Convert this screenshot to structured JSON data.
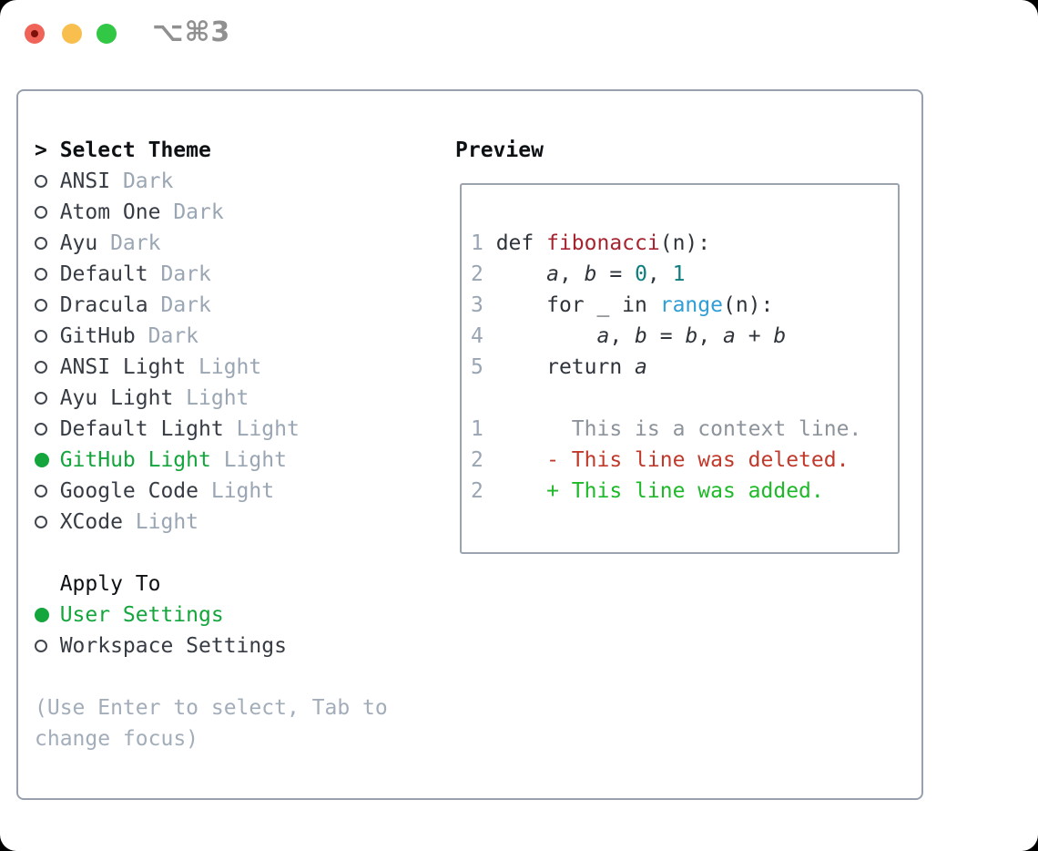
{
  "colors": {
    "close": "#f06358",
    "close_dot": "#7e100c",
    "minimize": "#f8bf4f",
    "zoom": "#33c746",
    "titlebar_title": "#909090",
    "border": "#97a0ac",
    "heading": "#0e1114",
    "label": "#373c44",
    "tag": "#9aa6b3",
    "selected_green": "#14a53c",
    "radio_ring": "#42474f",
    "help": "#a3adba",
    "gutter": "#9aa5b4",
    "code": "#2f343b",
    "function": "#a6242f",
    "number_literal": "#0d7d80",
    "builtin": "#2f9ed5",
    "context": "#8d939b",
    "deleted": "#c0392b",
    "added": "#1eb928"
  },
  "titlebar": {
    "title": "⌥⌘3"
  },
  "theme_picker": {
    "cursor": ">",
    "title": "Select Theme",
    "items": [
      {
        "name": "ANSI",
        "tag": "Dark",
        "selected": false
      },
      {
        "name": "Atom One",
        "tag": "Dark",
        "selected": false
      },
      {
        "name": "Ayu",
        "tag": "Dark",
        "selected": false
      },
      {
        "name": "Default",
        "tag": "Dark",
        "selected": false
      },
      {
        "name": "Dracula",
        "tag": "Dark",
        "selected": false
      },
      {
        "name": "GitHub",
        "tag": "Dark",
        "selected": false
      },
      {
        "name": "ANSI Light",
        "tag": "Light",
        "selected": false
      },
      {
        "name": "Ayu Light",
        "tag": "Light",
        "selected": false
      },
      {
        "name": "Default Light",
        "tag": "Light",
        "selected": false
      },
      {
        "name": "GitHub Light",
        "tag": "Light",
        "selected": true
      },
      {
        "name": "Google Code",
        "tag": "Light",
        "selected": false
      },
      {
        "name": "XCode",
        "tag": "Light",
        "selected": false
      }
    ]
  },
  "apply_to": {
    "title": "Apply To",
    "items": [
      {
        "name": "User Settings",
        "selected": true
      },
      {
        "name": "Workspace Settings",
        "selected": false
      }
    ]
  },
  "help": {
    "line1": "(Use Enter to select, Tab to",
    "line2": "change focus)"
  },
  "preview": {
    "title": "Preview",
    "lines": [
      {
        "gutter": "1",
        "tokens": [
          {
            "t": "def ",
            "c": "code"
          },
          {
            "t": "fibonacci",
            "c": "function"
          },
          {
            "t": "(n):",
            "c": "code"
          }
        ]
      },
      {
        "gutter": "2",
        "tokens": [
          {
            "t": "    ",
            "c": "code"
          },
          {
            "t": "a",
            "c": "code",
            "i": true
          },
          {
            "t": ", ",
            "c": "code"
          },
          {
            "t": "b",
            "c": "code",
            "i": true
          },
          {
            "t": " = ",
            "c": "code"
          },
          {
            "t": "0",
            "c": "number_literal"
          },
          {
            "t": ", ",
            "c": "code"
          },
          {
            "t": "1",
            "c": "number_literal"
          }
        ]
      },
      {
        "gutter": "3",
        "tokens": [
          {
            "t": "    for _ in ",
            "c": "code"
          },
          {
            "t": "range",
            "c": "builtin"
          },
          {
            "t": "(n):",
            "c": "code"
          }
        ]
      },
      {
        "gutter": "4",
        "tokens": [
          {
            "t": "        ",
            "c": "code"
          },
          {
            "t": "a",
            "c": "code",
            "i": true
          },
          {
            "t": ", ",
            "c": "code"
          },
          {
            "t": "b",
            "c": "code",
            "i": true
          },
          {
            "t": " = ",
            "c": "code"
          },
          {
            "t": "b",
            "c": "code",
            "i": true
          },
          {
            "t": ", ",
            "c": "code"
          },
          {
            "t": "a",
            "c": "code",
            "i": true
          },
          {
            "t": " + ",
            "c": "code"
          },
          {
            "t": "b",
            "c": "code",
            "i": true
          }
        ]
      },
      {
        "gutter": "5",
        "tokens": [
          {
            "t": "    return ",
            "c": "code"
          },
          {
            "t": "a",
            "c": "code",
            "i": true
          }
        ]
      },
      {
        "gutter": "",
        "tokens": []
      },
      {
        "gutter": "1",
        "tokens": [
          {
            "t": "      This is a context line.",
            "c": "context"
          }
        ]
      },
      {
        "gutter": "2",
        "tokens": [
          {
            "t": "    - This line was deleted.",
            "c": "deleted"
          }
        ]
      },
      {
        "gutter": "2",
        "tokens": [
          {
            "t": "    + This line was added.",
            "c": "added"
          }
        ]
      }
    ]
  }
}
